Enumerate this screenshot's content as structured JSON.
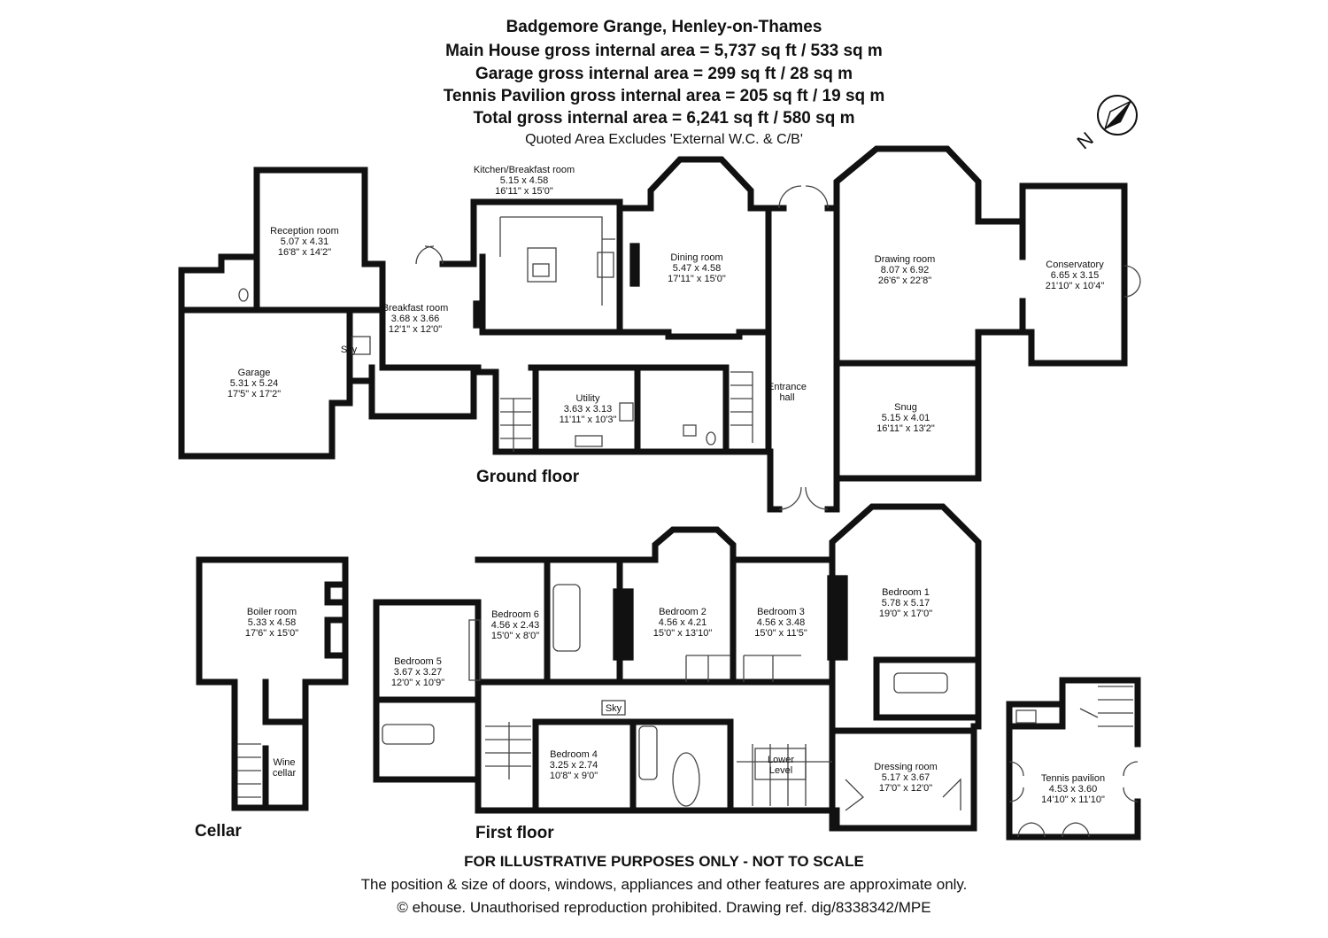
{
  "header": {
    "line1": "Badgemore Grange, Henley-on-Thames",
    "line2": "Main House gross internal area = 5,737 sq ft / 533 sq m",
    "line3": "Garage gross internal area = 299 sq ft / 28 sq m",
    "line4": "Tennis Pavilion gross internal area = 205 sq ft / 19 sq m",
    "line5": "Total gross internal area = 6,241 sq ft / 580 sq m",
    "note": "Quoted Area Excludes 'External W.C. & C/B'"
  },
  "compass": {
    "icon": "north-arrow-icon",
    "letter": "N"
  },
  "floors": {
    "ground": "Ground floor",
    "first": "First floor",
    "cellar": "Cellar"
  },
  "rooms": {
    "kitchen": {
      "name": "Kitchen/Breakfast room",
      "m": "5.15 x 4.58",
      "ft": "16'11\" x 15'0\""
    },
    "reception": {
      "name": "Reception room",
      "m": "5.07 x 4.31",
      "ft": "16'8\" x 14'2\""
    },
    "dining": {
      "name": "Dining room",
      "m": "5.47 x 4.58",
      "ft": "17'11\" x 15'0\""
    },
    "drawing": {
      "name": "Drawing room",
      "m": "8.07 x 6.92",
      "ft": "26'6\" x 22'8\""
    },
    "conservatory": {
      "name": "Conservatory",
      "m": "6.65 x 3.15",
      "ft": "21'10\" x 10'4\""
    },
    "breakfast": {
      "name": "Breakfast room",
      "m": "3.68 x 3.66",
      "ft": "12'1\" x 12'0\""
    },
    "garage": {
      "name": "Garage",
      "m": "5.31 x 5.24",
      "ft": "17'5\" x 17'2\""
    },
    "sky_ground": {
      "name": "Sky"
    },
    "utility": {
      "name": "Utility",
      "m": "3.63 x 3.13",
      "ft": "11'11\" x 10'3\""
    },
    "entrance": {
      "name": "Entrance",
      "name2": "hall"
    },
    "snug": {
      "name": "Snug",
      "m": "5.15 x 4.01",
      "ft": "16'11\" x 13'2\""
    },
    "boiler": {
      "name": "Boiler room",
      "m": "5.33 x 4.58",
      "ft": "17'6\" x 15'0\""
    },
    "wine": {
      "name": "Wine",
      "name2": "cellar"
    },
    "bed6": {
      "name": "Bedroom 6",
      "m": "4.56 x 2.43",
      "ft": "15'0\" x 8'0\""
    },
    "bed2": {
      "name": "Bedroom 2",
      "m": "4.56 x 4.21",
      "ft": "15'0\" x 13'10\""
    },
    "bed3": {
      "name": "Bedroom 3",
      "m": "4.56 x 3.48",
      "ft": "15'0\" x 11'5\""
    },
    "bed1": {
      "name": "Bedroom 1",
      "m": "5.78 x 5.17",
      "ft": "19'0\" x 17'0\""
    },
    "bed5": {
      "name": "Bedroom 5",
      "m": "3.67 x 3.27",
      "ft": "12'0\" x 10'9\""
    },
    "bed4": {
      "name": "Bedroom 4",
      "m": "3.25 x 2.74",
      "ft": "10'8\" x 9'0\""
    },
    "sky_first": {
      "name": "Sky"
    },
    "lower": {
      "name": "Lower",
      "name2": "Level"
    },
    "dressing": {
      "name": "Dressing room",
      "m": "5.17 x 3.67",
      "ft": "17'0\" x 12'0\""
    },
    "tennis": {
      "name": "Tennis pavilion",
      "m": "4.53 x 3.60",
      "ft": "14'10\" x 11'10\""
    }
  },
  "footer": {
    "disclaimer": "FOR ILLUSTRATIVE PURPOSES ONLY - NOT TO SCALE",
    "note": "The position & size of doors, windows, appliances and other features are approximate only.",
    "copyright": "© ehouse. Unauthorised reproduction prohibited. Drawing ref. dig/8338342/MPE"
  },
  "colors": {
    "wall": "#111111",
    "background": "#ffffff",
    "fixture": "#444444"
  }
}
